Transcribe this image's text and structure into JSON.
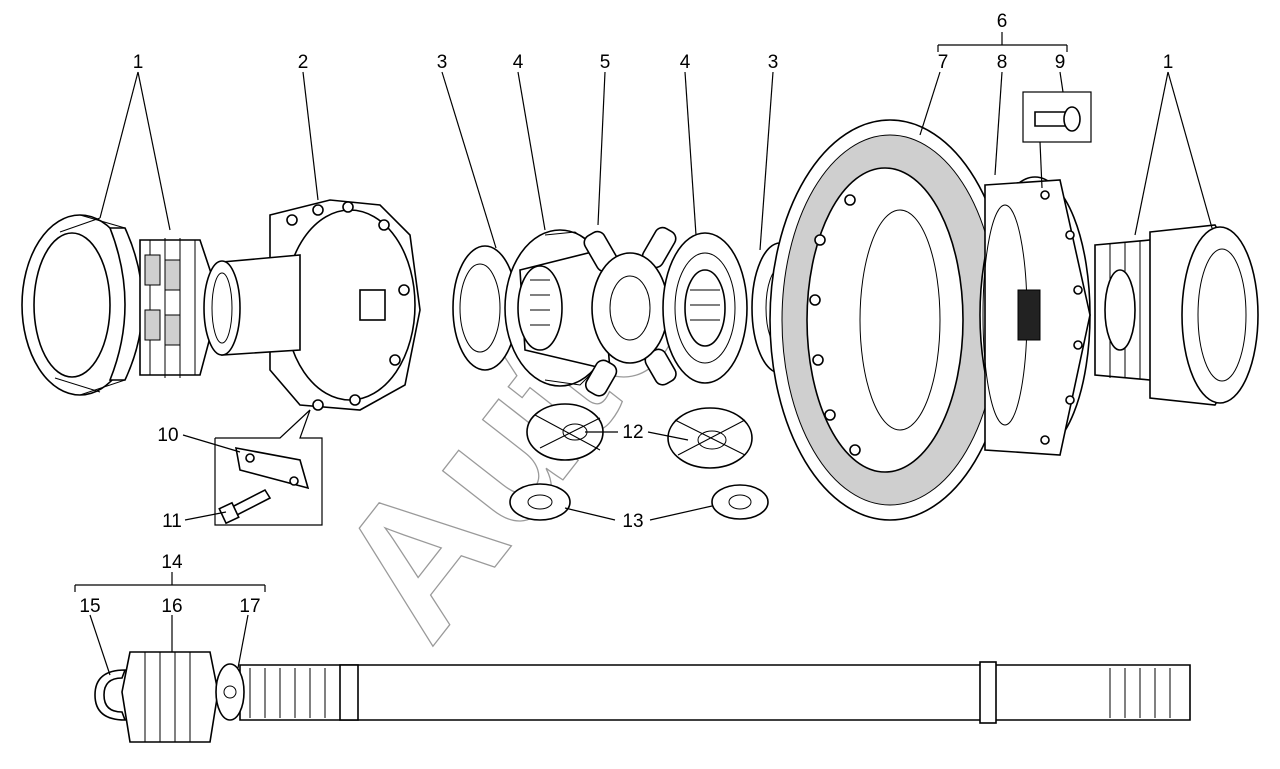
{
  "diagram": {
    "watermark": "Auto",
    "callouts": {
      "c1_left": "1",
      "c2": "2",
      "c3_left": "3",
      "c4_left": "4",
      "c5": "5",
      "c4_right": "4",
      "c3_right": "3",
      "c6": "6",
      "c7": "7",
      "c8": "8",
      "c9": "9",
      "c1_right": "1",
      "c10": "10",
      "c11": "11",
      "c12": "12",
      "c13": "13",
      "c14": "14",
      "c15": "15",
      "c16": "16",
      "c17": "17"
    }
  }
}
